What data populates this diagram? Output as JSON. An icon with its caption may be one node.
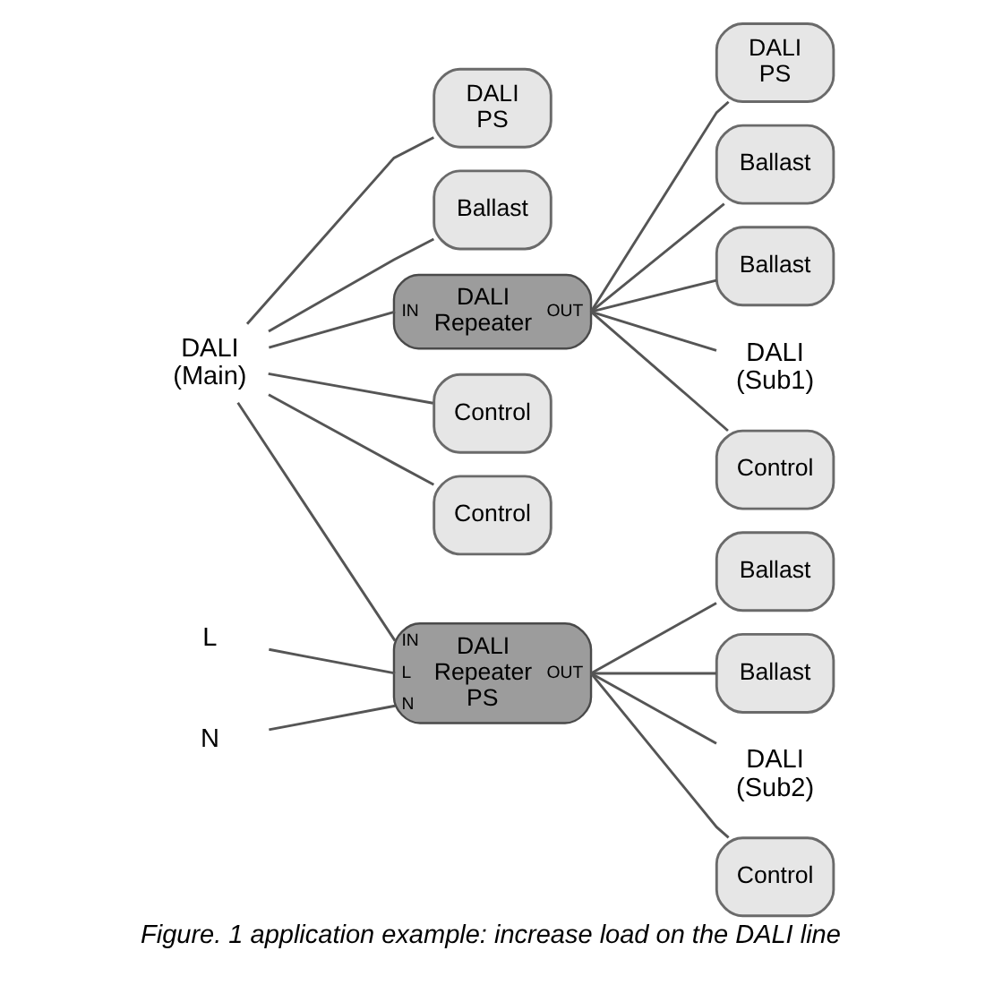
{
  "diagram": {
    "caption": "Figure. 1 application example: increase load on the DALI line",
    "nodes": [
      {
        "text": [
          "DALI PS"
        ]
      },
      {
        "text": [
          "Ballast"
        ]
      },
      {
        "text": [
          "DALI PS"
        ]
      },
      {
        "text": [
          "Ballast"
        ]
      },
      {
        "text": [
          "Ballast"
        ]
      },
      {
        "text": [
          "DALI (Main)"
        ]
      },
      {
        "text": [
          "IN",
          "DALI Repeater",
          "OUT"
        ]
      },
      {
        "text": [
          "DALI (Sub1)"
        ]
      },
      {
        "text": [
          "Control"
        ]
      },
      {
        "text": [
          "Control"
        ]
      },
      {
        "text": [
          "Control"
        ]
      },
      {
        "text": [
          "Ballast"
        ]
      },
      {
        "text": [
          "Ballast"
        ]
      },
      {
        "text": [
          "L"
        ]
      },
      {
        "text": [
          "N"
        ]
      },
      {
        "text": [
          "IN",
          "DALI Repeater PS",
          "L",
          "OUT",
          "N"
        ]
      },
      {
        "text": [
          "DALI (Sub2)"
        ]
      },
      {
        "text": [
          "Control"
        ]
      }
    ],
    "edges": [
      {
        "from": 5,
        "to": 0,
        "arrow": "none"
      },
      {
        "from": 5,
        "to": 8,
        "arrow": "none"
      },
      {
        "from": 5,
        "to": 1,
        "arrow": "none"
      },
      {
        "from": 5,
        "to": 9,
        "arrow": "none"
      },
      {
        "from": 5,
        "to": 6,
        "arrow": "none"
      },
      {
        "from": 5,
        "to": 15,
        "arrow": "none"
      },
      {
        "from": 6,
        "to": 10,
        "arrow": "none"
      },
      {
        "from": 6,
        "to": 2,
        "arrow": "none"
      },
      {
        "from": 6,
        "to": 3,
        "arrow": "none"
      },
      {
        "from": 6,
        "to": 4,
        "arrow": "none"
      },
      {
        "from": 6,
        "to": 7,
        "arrow": "none"
      },
      {
        "from": 13,
        "to": 15,
        "arrow": "none"
      },
      {
        "from": 14,
        "to": 15,
        "arrow": "none"
      },
      {
        "from": 15,
        "to": 17,
        "arrow": "none"
      },
      {
        "from": 15,
        "to": 11,
        "arrow": "none"
      },
      {
        "from": 15,
        "to": 12,
        "arrow": "none"
      },
      {
        "from": 15,
        "to": 16,
        "arrow": "none"
      }
    ]
  }
}
